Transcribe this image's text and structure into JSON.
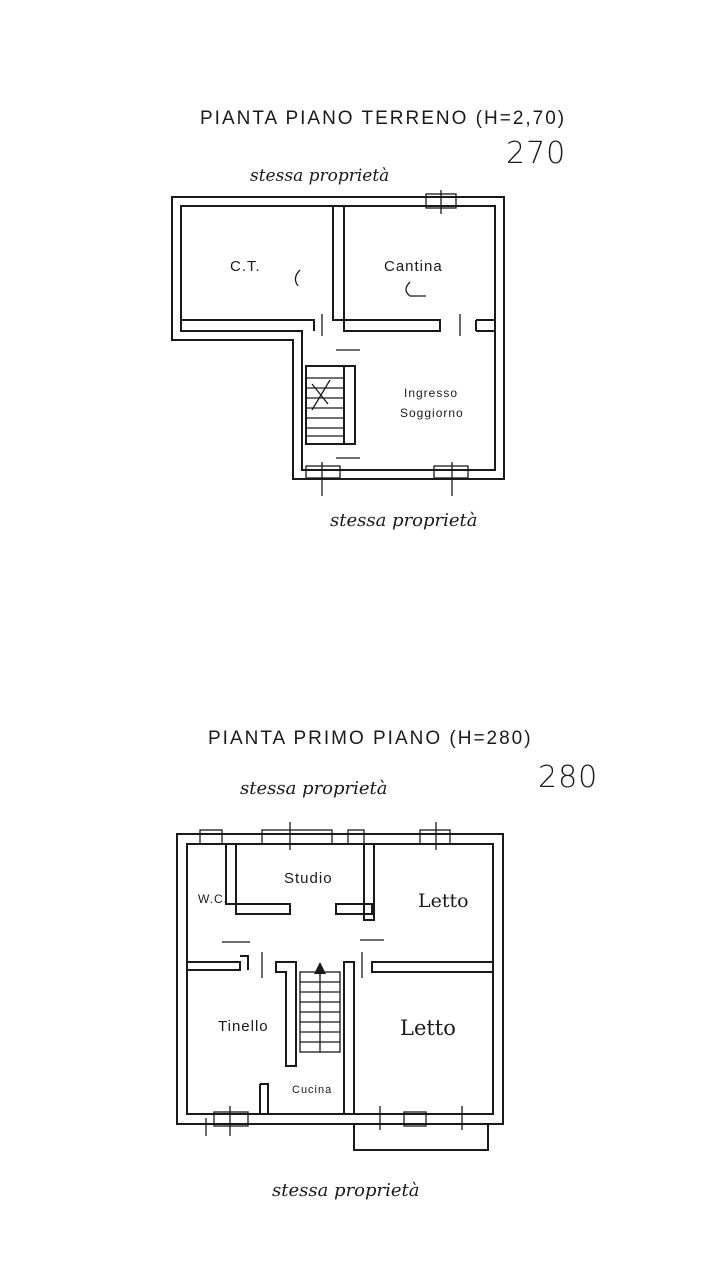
{
  "ground_floor": {
    "title": "PIANTA PIANO TERRENO (H=2,70)",
    "height": "270",
    "top_neighbor": "stessa proprietà",
    "bottom_neighbor": "stessa proprietà",
    "rooms": {
      "ct": "C.T.",
      "cantina": "Cantina",
      "ingresso": "Ingresso",
      "soggiorno": "Soggiorno"
    }
  },
  "first_floor": {
    "title": "PIANTA PRIMO PIANO (H=280)",
    "height": "280",
    "top_neighbor": "stessa proprietà",
    "bottom_neighbor": "stessa proprietà",
    "rooms": {
      "wc": "W.C.",
      "studio": "Studio",
      "letto_top": "Letto",
      "tinello": "Tinello",
      "letto_bottom": "Letto",
      "cucina": "Cucina"
    }
  }
}
